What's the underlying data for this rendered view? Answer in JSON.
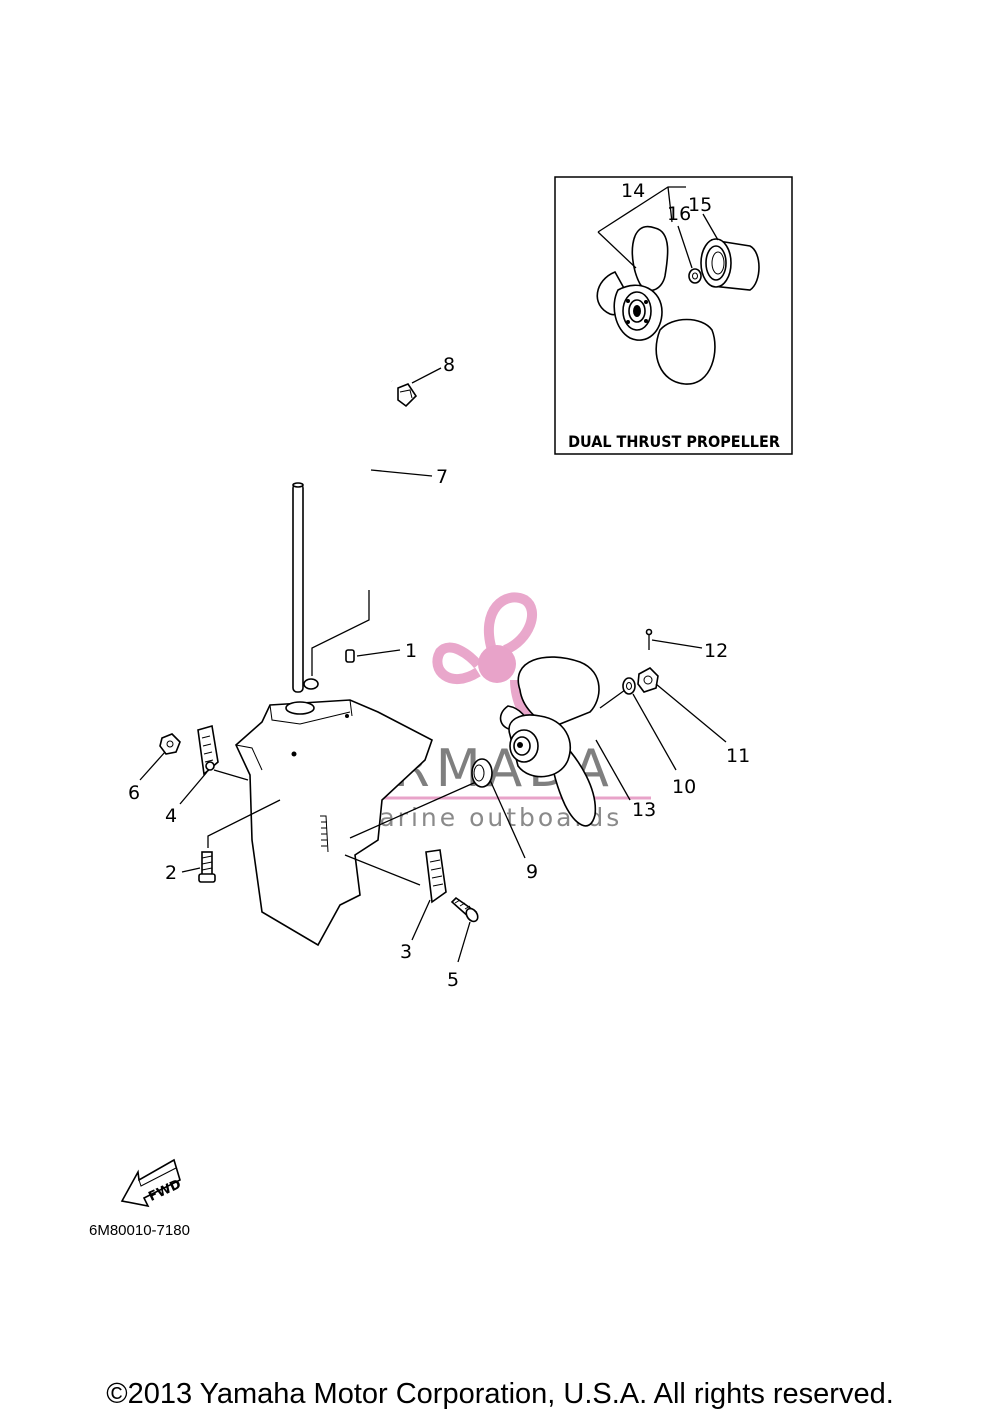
{
  "inset": {
    "title": "DUAL THRUST PROPELLER"
  },
  "callouts": {
    "c1": "1",
    "c2": "2",
    "c3": "3",
    "c4": "4",
    "c5": "5",
    "c6": "6",
    "c7": "7",
    "c8": "8",
    "c9": "9",
    "c10": "10",
    "c11": "11",
    "c12": "12",
    "c13": "13",
    "c14": "14",
    "c15": "15",
    "c16": "16"
  },
  "fwd_label": "FWD",
  "part_code": "6M80010-7180",
  "watermark": {
    "title": "ARMADA",
    "subtitle": "marine outboards",
    "color": "#e8a3c9"
  },
  "copyright": "©2013 Yamaha Motor Corporation, U.S.A. All rights reserved."
}
